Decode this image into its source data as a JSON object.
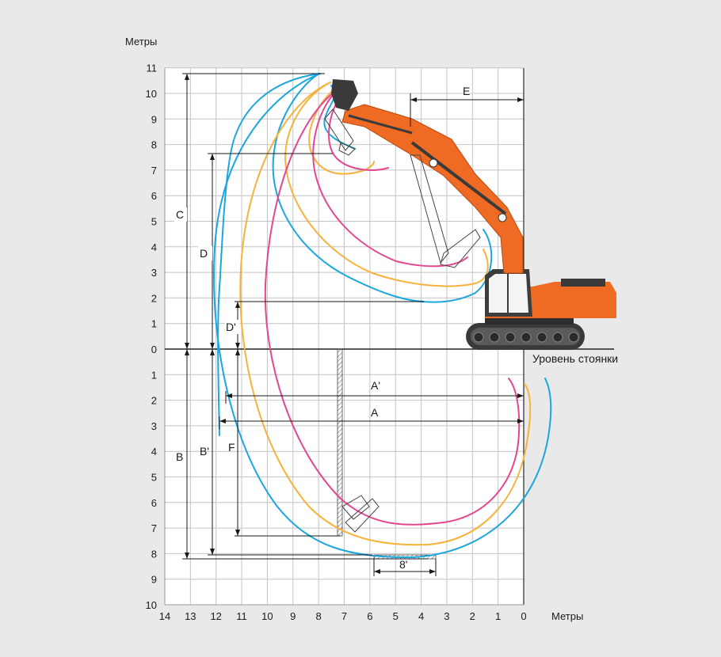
{
  "axes": {
    "y_unit_label": "Метры",
    "x_unit_label": "Метры",
    "y_ticks_above": [
      "11",
      "10",
      "9",
      "8",
      "7",
      "6",
      "5",
      "4",
      "3",
      "2",
      "1",
      "0"
    ],
    "y_ticks_below": [
      "1",
      "2",
      "3",
      "4",
      "5",
      "6",
      "7",
      "8",
      "9",
      "10"
    ],
    "x_ticks": [
      "14",
      "13",
      "12",
      "11",
      "10",
      "9",
      "8",
      "7",
      "6",
      "5",
      "4",
      "3",
      "2",
      "1",
      "0"
    ]
  },
  "ground_label": "Уровень стоянки",
  "dimensions": {
    "A": "A",
    "A_prime": "A'",
    "B": "B",
    "B_prime": "B'",
    "C": "C",
    "D": "D",
    "D_prime": "D'",
    "E": "E",
    "F": "F",
    "eight_prime": "8'"
  },
  "colors": {
    "curve_outer": "#1ba6e0",
    "curve_middle": "#f7b23b",
    "curve_inner": "#e4478f",
    "machine_orange": "#ef6a22",
    "machine_dark": "#3a3a3a",
    "background": "#e9e9ea",
    "grid": "#c4c4c6"
  }
}
